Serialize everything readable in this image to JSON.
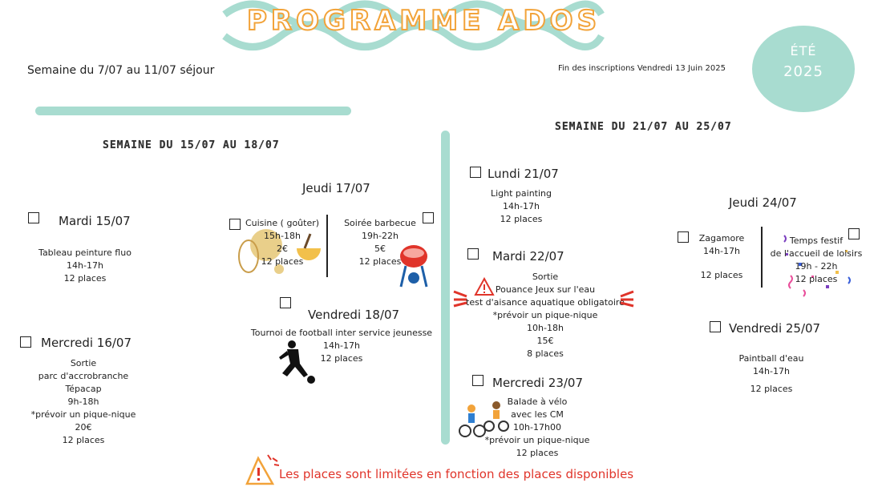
{
  "header": {
    "title": "PROGRAMME ADOS",
    "badge_line1": "ÉTÉ",
    "badge_line2": "2025",
    "week_sejour": "Semaine du 7/07 au 11/07 séjour",
    "deadline": "Fin des inscriptions Vendredi 13 Juin 2025"
  },
  "colors": {
    "accent": "#f2a33a",
    "mint": "#a8dcd0",
    "warning": "#e0342a"
  },
  "week1": {
    "title": "SEMAINE DU 15/07 AU 18/07",
    "mardi": {
      "day": "Mardi 15/07",
      "lines": [
        "Tableau peinture fluo",
        "14h-17h",
        "12 places"
      ]
    },
    "mercredi": {
      "day": "Mercredi 16/07",
      "lines": [
        "Sortie",
        "parc d'accrobranche",
        "Tépacap",
        "9h-18h",
        "*prévoir un pique-nique",
        "20€",
        "12 places"
      ]
    },
    "jeudi": {
      "day": "Jeudi 17/07",
      "cuisine": [
        "Cuisine  ( goûter)",
        "15h-18h",
        "2€",
        "12 places"
      ],
      "soiree": [
        "Soirée  barbecue",
        "19h-22h",
        "5€",
        "12 places"
      ]
    },
    "vendredi": {
      "day": "Vendredi 18/07",
      "lines": [
        "Tournoi de football inter service jeunesse",
        "14h-17h",
        "12 places"
      ]
    }
  },
  "week2": {
    "title": "SEMAINE DU 21/07 AU 25/07",
    "lundi": {
      "day": "Lundi 21/07",
      "lines": [
        "Light painting",
        "14h-17h",
        "12 places"
      ]
    },
    "mardi": {
      "day": "Mardi 22/07",
      "lines": [
        "Sortie",
        "Pouance Jeux sur l'eau",
        "test d'aisance aquatique obligatoire",
        "*prévoir un pique-nique",
        "10h-18h",
        "15€",
        "8 places"
      ]
    },
    "mercredi": {
      "day": "Mercredi 23/07",
      "lines": [
        "Balade à vélo",
        "avec les CM",
        "10h-17h00",
        "*prévoir un pique-nique",
        "12 places"
      ]
    },
    "jeudi": {
      "day": "Jeudi 24/07",
      "zagamore": [
        "Zagamore",
        "14h-17h",
        "12 places"
      ],
      "festif": [
        "Temps festif",
        "de l'accueil de loisirs",
        "19h - 22h",
        "12 places"
      ]
    },
    "vendredi": {
      "day": "Vendredi 25/07",
      "lines": [
        "Paintball  d'eau",
        "14h-17h",
        "12 places"
      ]
    }
  },
  "footer": {
    "warning": "Les places sont limitées en fonction des places disponibles"
  }
}
